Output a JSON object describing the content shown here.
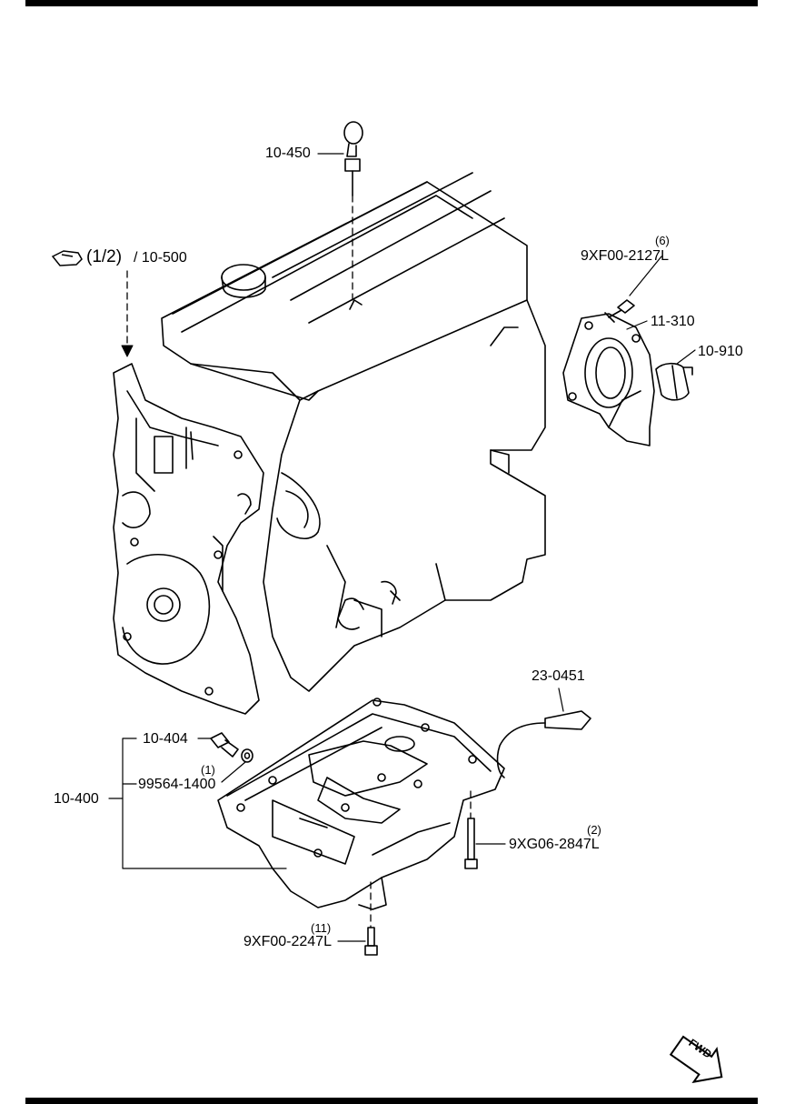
{
  "labels": {
    "dipstick": "10-450",
    "ref": "(1/2)",
    "ref_part": "/ 10-500",
    "bolt_6_qty": "(6)",
    "bolt_6": "9XF00-2127L",
    "rear_cover": "11-310",
    "oil_seal": "10-910",
    "oil_sensor": "23-0451",
    "drain_plug": "10-404",
    "washer_qty": "(1)",
    "washer": "99564-1400",
    "oil_pan": "10-400",
    "bolt_2_qty": "(2)",
    "bolt_2": "9XG06-2847L",
    "bolt_11_qty": "(11)",
    "bolt_11": "9XF00-2247L",
    "fwd": "FWD"
  },
  "icons": [
    "reference-icon",
    "fwd-arrow-icon"
  ]
}
